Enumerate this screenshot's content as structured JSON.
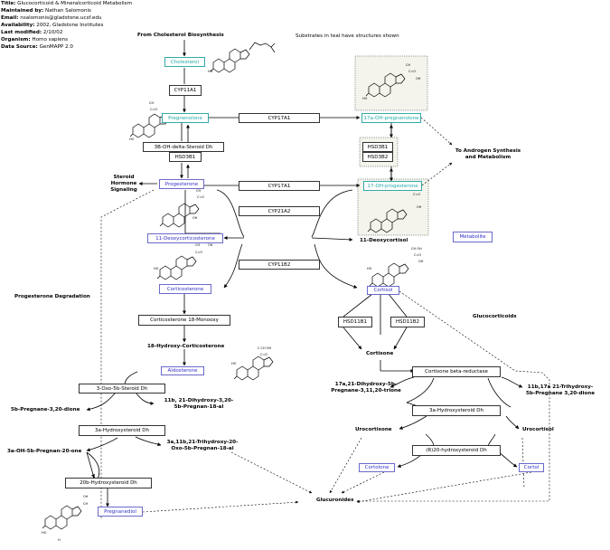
{
  "header": {
    "title_label": "Title:",
    "title_value": "Glucocorticoid & Mineralcorticoid Metabolism",
    "maintained_label": "Maintained by:",
    "maintained_value": "Nathan Salomonis",
    "email_label": "Email:",
    "email_value": "nsalomonis@gladstone.ucsf.edu",
    "availability_label": "Availability:",
    "availability_value": "2002, Gladstone Institutes",
    "modified_label": "Last modified:",
    "modified_value": "2/10/02",
    "organism_label": "Organism:",
    "organism_value": "Homo sapiens",
    "source_label": "Data Source:",
    "source_value": "GenMAPP 2.0"
  },
  "colors": {
    "teal": "#22aaaa",
    "blue": "#3030c8",
    "panel": "#f4f4ec",
    "line": "#000000"
  },
  "labels": {
    "from_cholesterol": "From Cholesterol Biosynthesis",
    "teal_note": "Substrates in teal have structures shown",
    "androgen": "To Androgen Synthesis and Metabolism",
    "steroid_signaling": "Steroid Hormone Signaling",
    "progesterone_degradation": "Progesterone Degradation",
    "deoxycortisol": "11-Deoxycortisol",
    "hydroxycorticosterone": "18-Hydroxy-Corticosterone",
    "dihydroxy_al": "11b, 21-Dihydroxy-3,20-5b-Pregnan-18-al",
    "trihydroxy_oxo": "3a,11b,21-Trihydroxy-20-Oxo-5b-Pregnan-18-al",
    "pregnanedione": "5b-Pregnane-3,20-dione",
    "oh5b": "3a-OH-5b-Pregnan-20-one",
    "glucocorticoids": "Glucocorticoids",
    "cortisone": "Cortisone",
    "trione": "17a,21-Dihydroxy-5b-Pregnane-3,11,20-trione",
    "trihydroxy_dione": "11b,17a 21-Trihydroxy-5b-Pregnane 3,20-dione",
    "urocortisone": "Urocortisone",
    "urocortisol": "Urocortisol",
    "glucuronides": "Glucuronides"
  },
  "genes": {
    "cyp11a1": "CYP11A1",
    "b3ohsd": "3B-OH-delta-Steroid Dh",
    "hsd3b1_left": "HSD3B1",
    "cyp17a1_top": "CYP17A1",
    "hsd3b1_right": "HSD3B1",
    "hsd3b2_right": "HSD3B2",
    "cyp17a1_mid": "CYP17A1",
    "cyp21a2": "CYP21A2",
    "cyp11b2": "CYP11B2",
    "corticosterone_mono": "Corticosterone 18-Monooxy",
    "hsd11b1": "HSD11B1",
    "hsd11b2": "HSD11B2",
    "oxo5b": "3-Oxo-5b-Steroid Dh",
    "ahsd_left": "3a-Hydroxysteroid Dh",
    "b20hsd": "20b-Hydroxysteroid Dh",
    "cortisone_reductase": "Cortisone beta-reductase",
    "ahsd_right": "3a-Hydroxysteroid Dh",
    "r20hsd": "(R)20-hydroxysteroid Dh"
  },
  "metabolites": {
    "cholesterol": "Cholesterol",
    "pregnenolone": "Pregnenolone",
    "oh17_pregnenolone": "17a-OH-pregnenolone",
    "progesterone": "Progesterone",
    "oh17_progesterone": "17-OH-progesterone",
    "deoxycorticosterone": "11-Deoxycorticosterone",
    "metabolite_legend": "Metabolite",
    "corticosterone": "Corticosterone",
    "cortisol": "Cortisol",
    "aldosterone": "Aldosterone",
    "cortolone": "Cortolone",
    "cortol": "Cortol",
    "pregnanediol": "Pregnanediol"
  },
  "icons": {
    "structure": "steroid-structure-icon"
  }
}
